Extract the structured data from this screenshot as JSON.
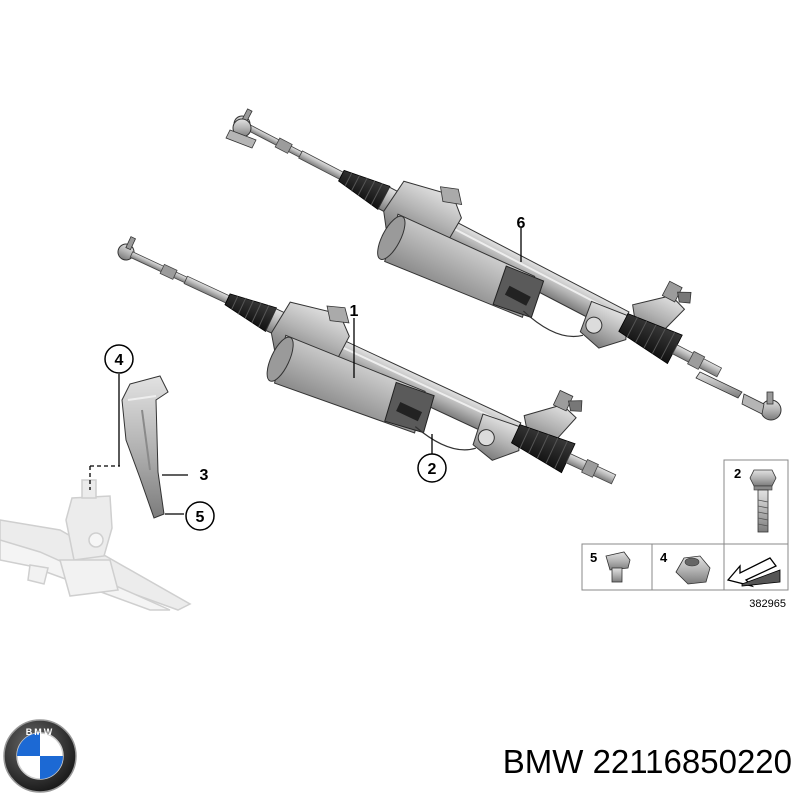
{
  "callouts": {
    "one": "1",
    "two": "2",
    "three": "3",
    "four": "4",
    "five": "5",
    "six": "6"
  },
  "legend": {
    "bolt_label": "2",
    "screw_label": "5",
    "nut_label": "4",
    "drawing_number": "382965"
  },
  "logo": {
    "text": "BMW"
  },
  "caption": {
    "brand": "BMW",
    "part_number": "22116850220"
  },
  "colors": {
    "part_fill": "#b9b9b9",
    "part_dark": "#6a6a6a",
    "ghost": "#e4e4e4",
    "line": "#000000",
    "logo_blue": "#1c69d4"
  },
  "icons": [
    "steering-rack-icon",
    "heat-shield-icon",
    "bolt-icon",
    "screw-icon",
    "nut-icon",
    "arrow-icon",
    "bmw-logo-icon"
  ]
}
